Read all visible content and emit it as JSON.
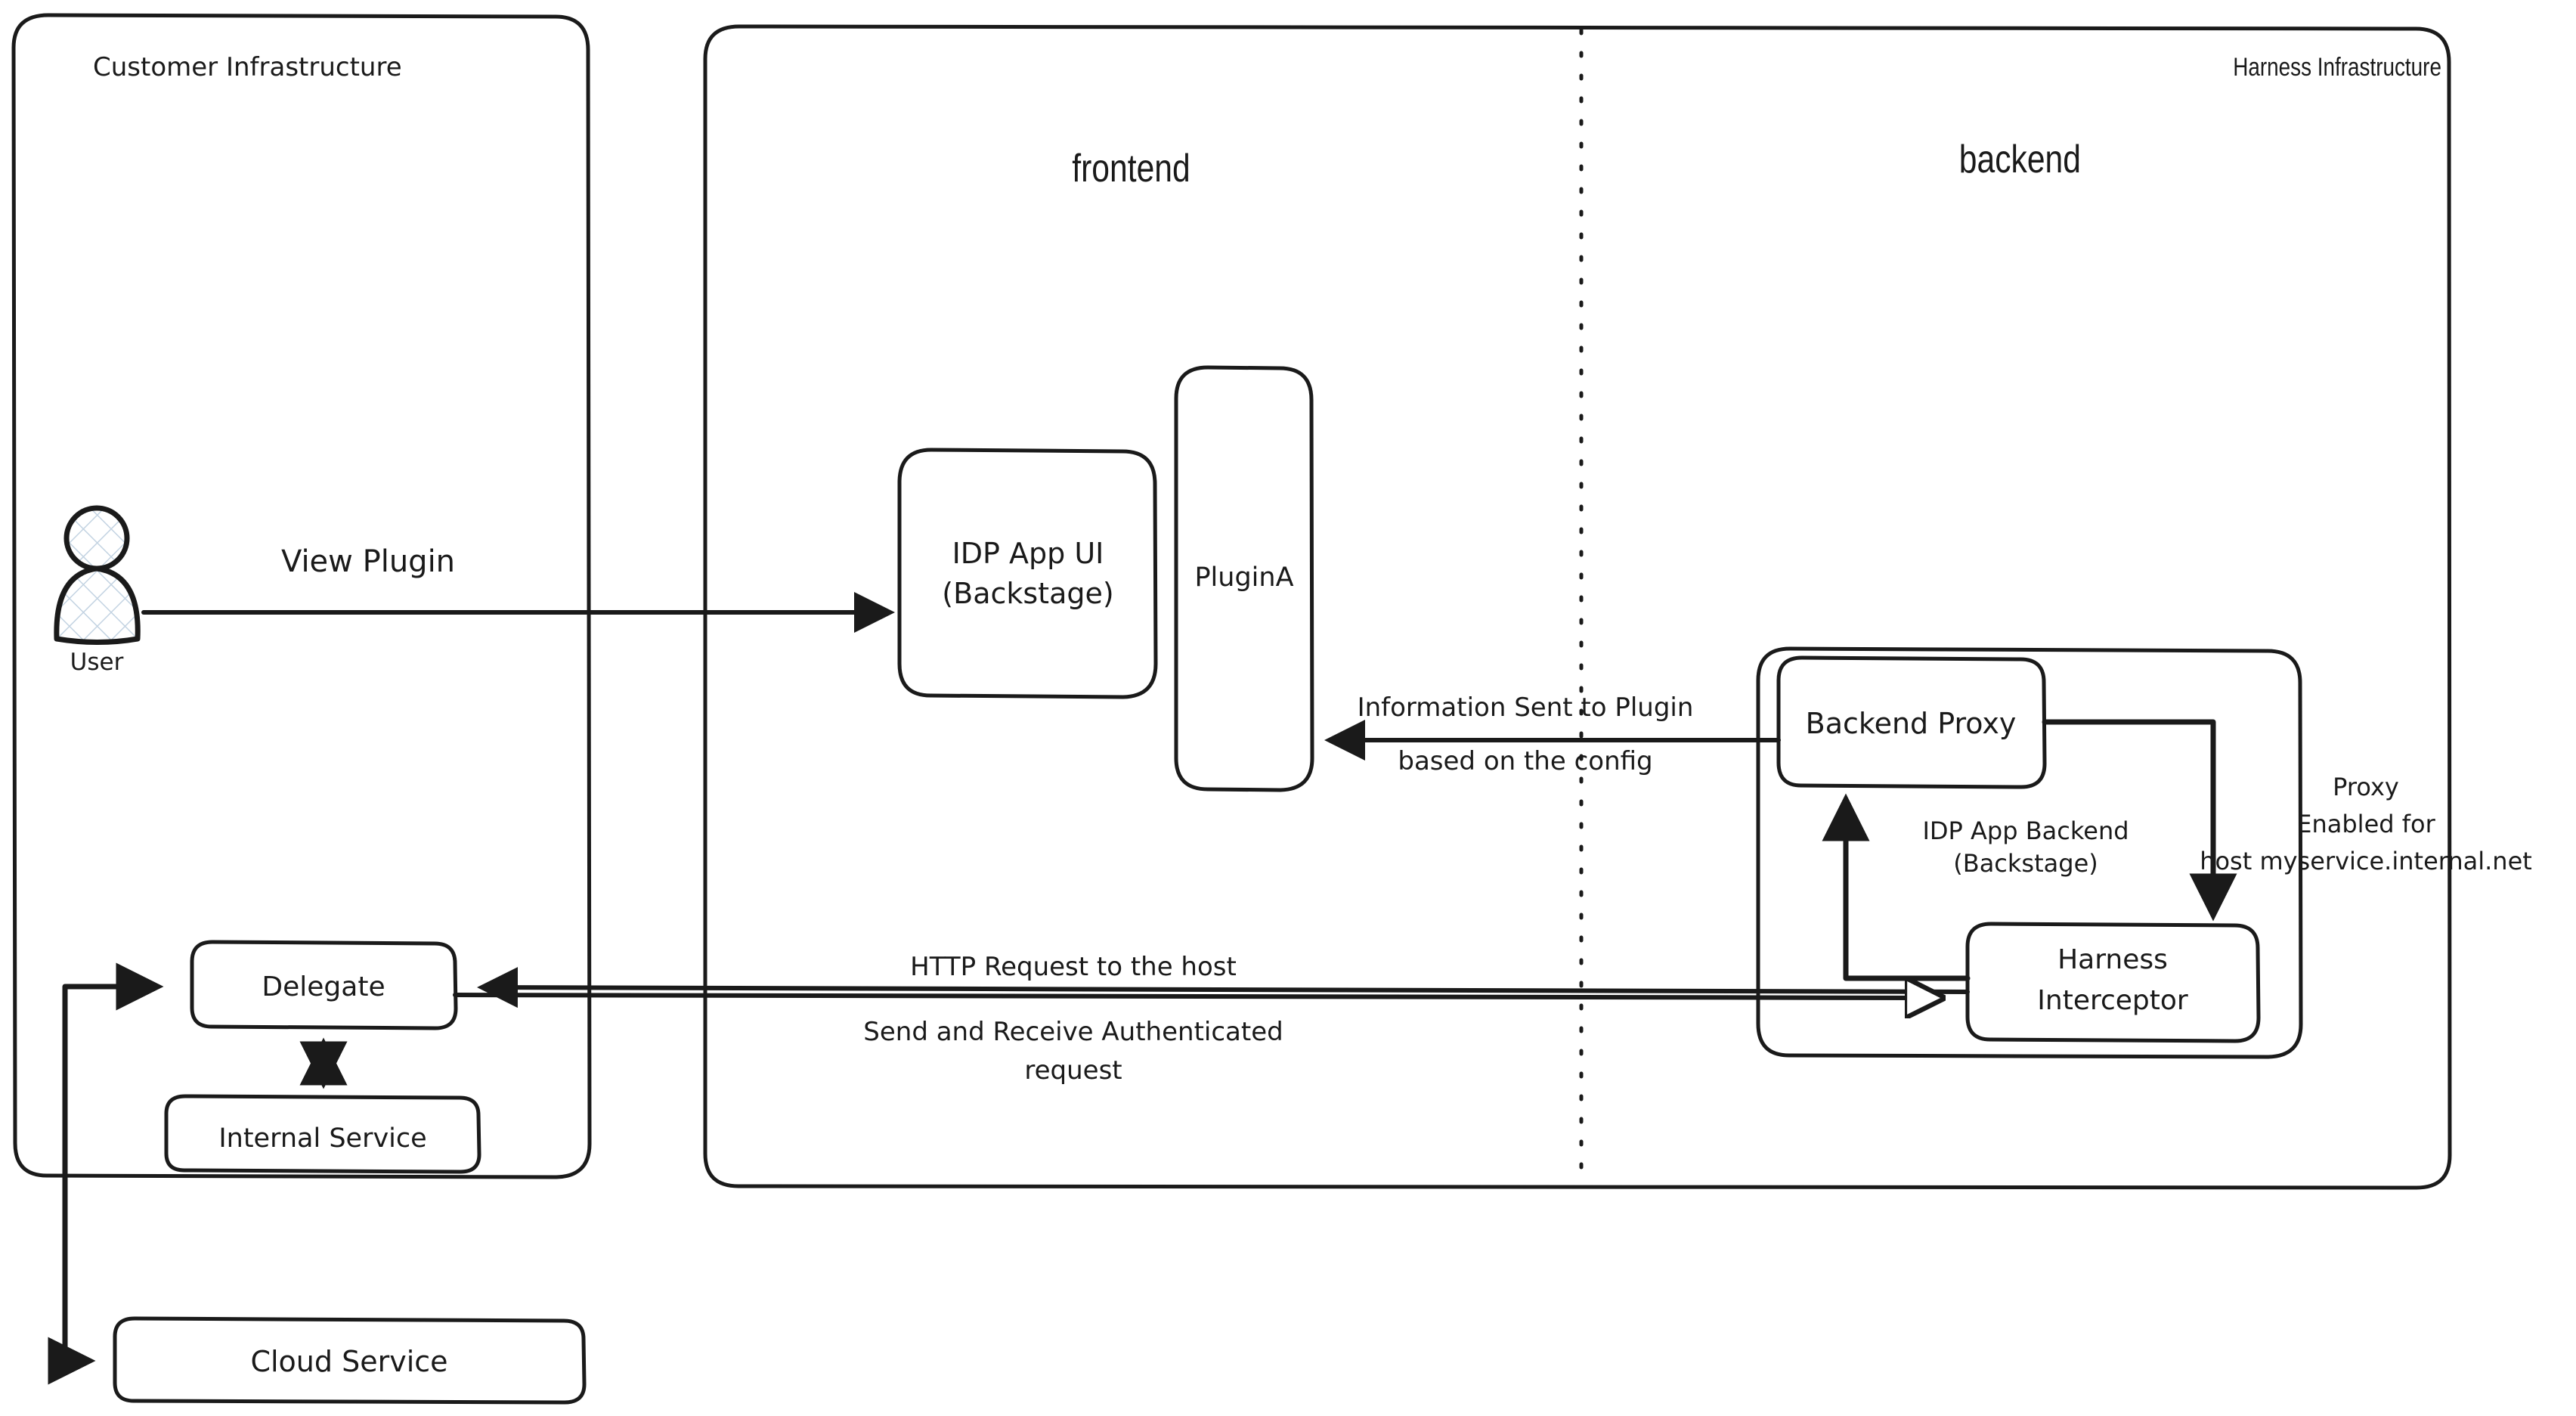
{
  "diagram": {
    "title_panels": {
      "customer": "Customer Infrastructure",
      "harness": "Harness Infrastructure"
    },
    "zones": {
      "frontend": "frontend",
      "backend": "backend"
    },
    "nodes": {
      "user": "User",
      "idp_app_ui_line1": "IDP App UI",
      "idp_app_ui_line2": "(Backstage)",
      "plugin_a": "PluginA",
      "backend_proxy": "Backend Proxy",
      "idp_app_backend_line1": "IDP App Backend",
      "idp_app_backend_line2": "(Backstage)",
      "harness_interceptor_line1": "Harness",
      "harness_interceptor_line2": "Interceptor",
      "delegate": "Delegate",
      "internal_service": "Internal Service",
      "cloud_service": "Cloud Service"
    },
    "edge_labels": {
      "view_plugin": "View Plugin",
      "info_sent_line1": "Information Sent to Plugin",
      "info_sent_line2": "based on the config",
      "http_request": "HTTP Request to the host",
      "send_receive_line1": "Send and Receive Authenticated",
      "send_receive_line2": "request",
      "proxy_enabled_line1": "Proxy",
      "proxy_enabled_line2": "Enabled for",
      "proxy_enabled_line3": "host myservice.internal.net"
    },
    "colors": {
      "stroke": "#1a1a1a",
      "text": "#1a1a1a",
      "service_fill": "#A0D6F8",
      "background": "#ffffff"
    }
  }
}
